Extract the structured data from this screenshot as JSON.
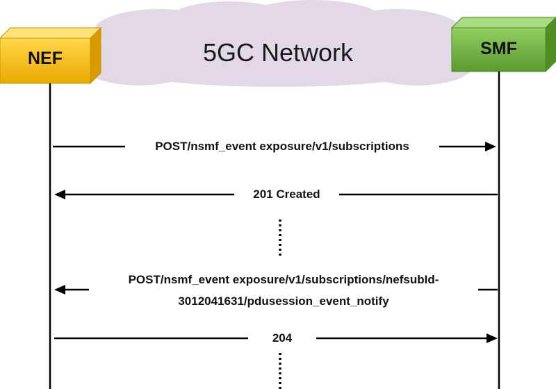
{
  "diagram": {
    "cloud_title": "5GC Network",
    "nodes": {
      "left": {
        "label": "NEF",
        "color": "#f5c518"
      },
      "right": {
        "label": "SMF",
        "color": "#7cbf4a"
      }
    },
    "messages": [
      {
        "text": "POST/nsmf_event exposure/v1/subscriptions",
        "direction": "left-to-right"
      },
      {
        "text": "201 Created",
        "direction": "right-to-left"
      },
      {
        "text": "POST/nsmf_event exposure/v1/subscriptions/nefsubId-",
        "text2": "3012041631/pdusession_event_notify",
        "direction": "right-to-left"
      },
      {
        "text": "204",
        "direction": "left-to-right"
      }
    ],
    "colors": {
      "cloud": "#e3d8e6",
      "line": "#000000"
    }
  }
}
